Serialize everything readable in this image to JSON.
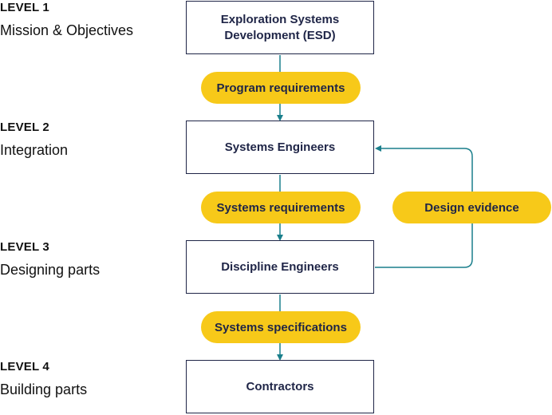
{
  "levels": [
    {
      "number": "LEVEL 1",
      "name": "Mission & Objectives"
    },
    {
      "number": "LEVEL 2",
      "name": "Integration"
    },
    {
      "number": "LEVEL 3",
      "name": "Designing parts"
    },
    {
      "number": "LEVEL 4",
      "name": "Building parts"
    }
  ],
  "boxes": {
    "esd": "Exploration Systems Development (ESD)",
    "systems_engineers": "Systems Engineers",
    "discipline_engineers": "Discipline Engineers",
    "contractors": "Contractors"
  },
  "labels": {
    "program_requirements": "Program requirements",
    "systems_requirements": "Systems requirements",
    "systems_specifications": "Systems specifications",
    "design_evidence": "Design evidence"
  },
  "colors": {
    "pill": "#f7c919",
    "box_border": "#1f2547",
    "arrow": "#1a7f8c"
  }
}
